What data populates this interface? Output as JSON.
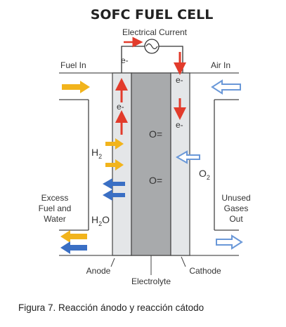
{
  "diagram": {
    "title": "SOFC FUEL CELL",
    "electrical_current_label": "Electrical Current",
    "fuel_in_label": "Fuel In",
    "air_in_label": "Air In",
    "electron_label": "e-",
    "oxide_ion_label": "O=",
    "h2_label": "H",
    "h2_subscript": "2",
    "h2o_label": "H",
    "h2o_subscript": "2",
    "h2o_suffix": "O",
    "o2_label": "O",
    "o2_subscript": "2",
    "excess_fuel_label": [
      "Excess",
      "Fuel and",
      "Water"
    ],
    "unused_gases_label": [
      "Unused",
      "Gases",
      "Out"
    ],
    "anode_label": "Anode",
    "electrolyte_label": "Electrolyte",
    "cathode_label": "Cathode",
    "colors": {
      "fuel_arrow": "#f2b41c",
      "water_arrow": "#3a6fc4",
      "air_arrow": "#6a98d8",
      "electron_arrow": "#e23b2b",
      "electrolyte_fill": "#a8aaac",
      "electrode_fill": "#e4e6e8"
    }
  },
  "caption": "Figura 7. Reacción ánodo y reacción cátodo"
}
